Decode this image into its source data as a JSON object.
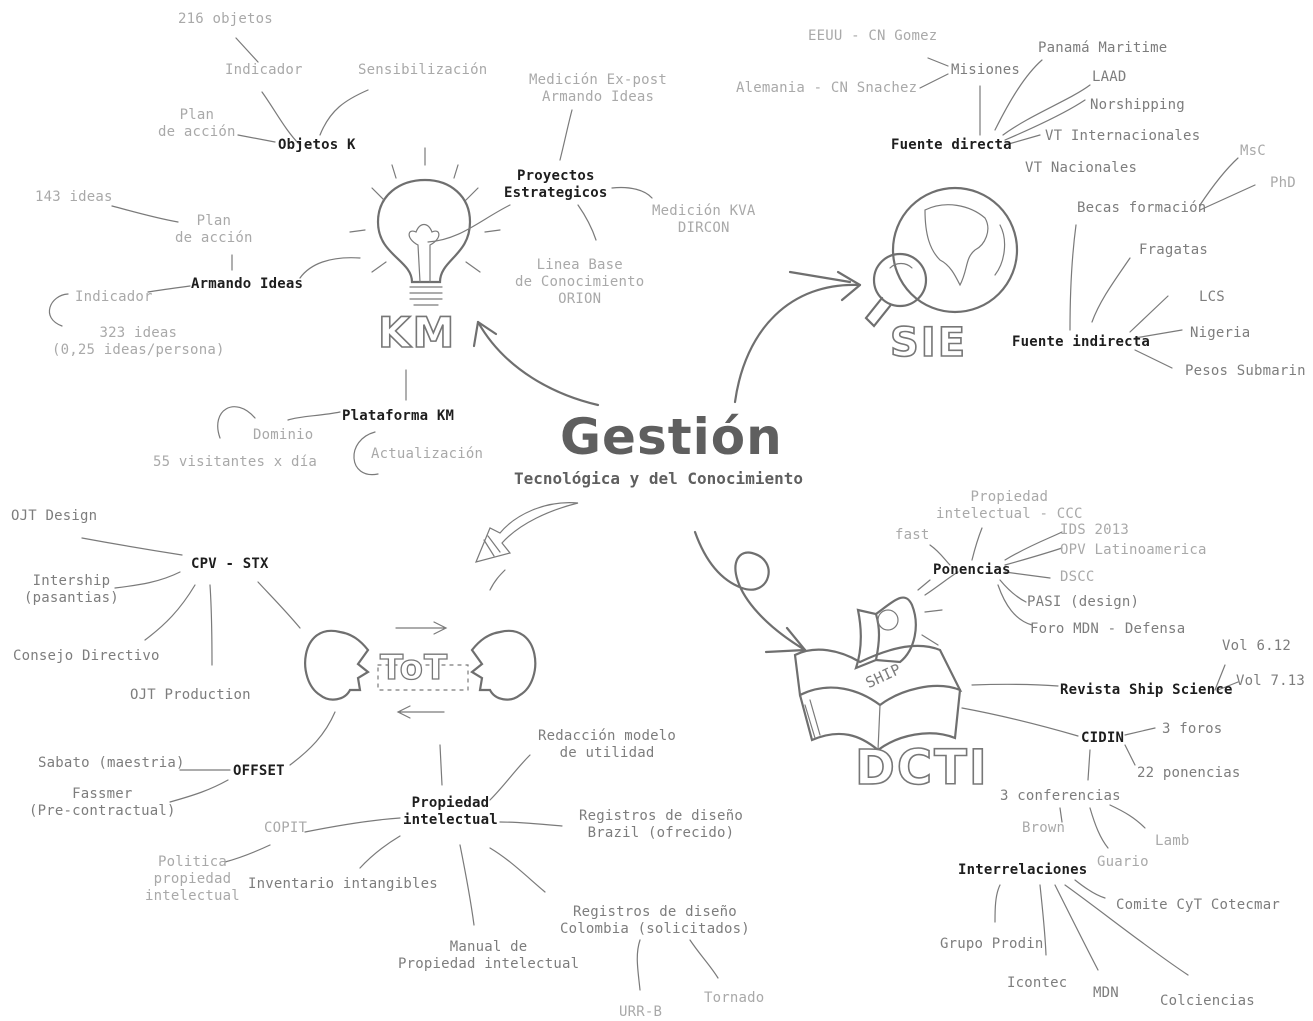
{
  "title": "Gestión",
  "subtitle": "Tecnológica y del Conocimiento",
  "hubs": {
    "km": "KM",
    "sie": "SIE",
    "dcti": "DCTI",
    "tot": "ToT",
    "ship": "SHIP"
  },
  "km": {
    "objetos_k": {
      "label": "Objetos K",
      "count": "216 objetos",
      "indicador": "Indicador",
      "sensibilizacion": "Sensibilización",
      "plan": "Plan\nde acción"
    },
    "proyectos": {
      "label": "Proyectos\nEstrategicos",
      "medicion_expost": "Medición Ex-post\nArmando Ideas",
      "medicion_kva": "Medición KVA\nDIRCON",
      "linea_base": "Linea Base\nde Conocimiento\nORION"
    },
    "armando": {
      "label": "Armando Ideas",
      "ideas143": "143 ideas",
      "plan": "Plan\nde acción",
      "indicador": "Indicador",
      "ideas323": "323 ideas\n(0,25 ideas/persona)"
    },
    "plataforma": {
      "label": "Plataforma KM",
      "dominio": "Dominio",
      "visitantes": "55 visitantes x día",
      "actualizacion": "Actualización"
    }
  },
  "sie": {
    "directa": {
      "label": "Fuente directa",
      "misiones": "Misiones",
      "eeuu": "EEUU - CN Gomez",
      "alemania": "Alemania - CN Snachez",
      "panama": "Panamá Maritime",
      "laad": "LAAD",
      "norshipping": "Norshipping",
      "vt_int": "VT Internacionales",
      "vt_nac": "VT Nacionales"
    },
    "indirecta": {
      "label": "Fuente indirecta",
      "becas": "Becas formación",
      "msc": "MsC",
      "phd": "PhD",
      "fragatas": "Fragatas",
      "lcs": "LCS",
      "nigeria": "Nigeria",
      "pesos": "Pesos Submarin"
    }
  },
  "tot": {
    "cpv": {
      "label": "CPV - STX",
      "ojt_design": "OJT Design",
      "intership": "Intership\n(pasantias)",
      "consejo": "Consejo Directivo",
      "ojt_prod": "OJT Production"
    },
    "offset": {
      "label": "OFFSET",
      "sabato": "Sabato (maestria)",
      "fassmer": "Fassmer\n(Pre-contractual)"
    },
    "propiedad": {
      "label": "Propiedad\nintelectual",
      "redaccion": "Redacción modelo\nde utilidad",
      "reg_brazil": "Registros de diseño\nBrazil (ofrecido)",
      "reg_colombia": "Registros de diseño\nColombia (solicitados)",
      "urrb": "URR-B",
      "tornado": "Tornado",
      "manual": "Manual de\nPropiedad intelectual",
      "inventario": "Inventario intangibles",
      "copit": "COPIT",
      "politica": "Politica\npropiedad\nintelectual"
    }
  },
  "dcti": {
    "ponencias": {
      "label": "Ponencias",
      "fast": "fast",
      "pi_ccc": "Propiedad\nintelectual - CCC",
      "ids": "IDS 2013",
      "opv": "OPV Latinoamerica",
      "dscc": "DSCC",
      "pasi": "PASI (design)",
      "foro": "Foro MDN - Defensa"
    },
    "revista": {
      "label": "Revista Ship Science",
      "vol612": "Vol 6.12",
      "vol713": "Vol 7.13"
    },
    "cidin": {
      "label": "CIDIN",
      "foros": "3 foros",
      "ponencias22": "22 ponencias",
      "conferencias": "3 conferencias",
      "brown": "Brown",
      "lamb": "Lamb",
      "guario": "Guario"
    },
    "interrelaciones": {
      "label": "Interrelaciones",
      "comite": "Comite CyT Cotecmar",
      "prodin": "Grupo Prodin",
      "icontec": "Icontec",
      "mdn": "MDN",
      "colciencias": "Colciencias"
    }
  }
}
